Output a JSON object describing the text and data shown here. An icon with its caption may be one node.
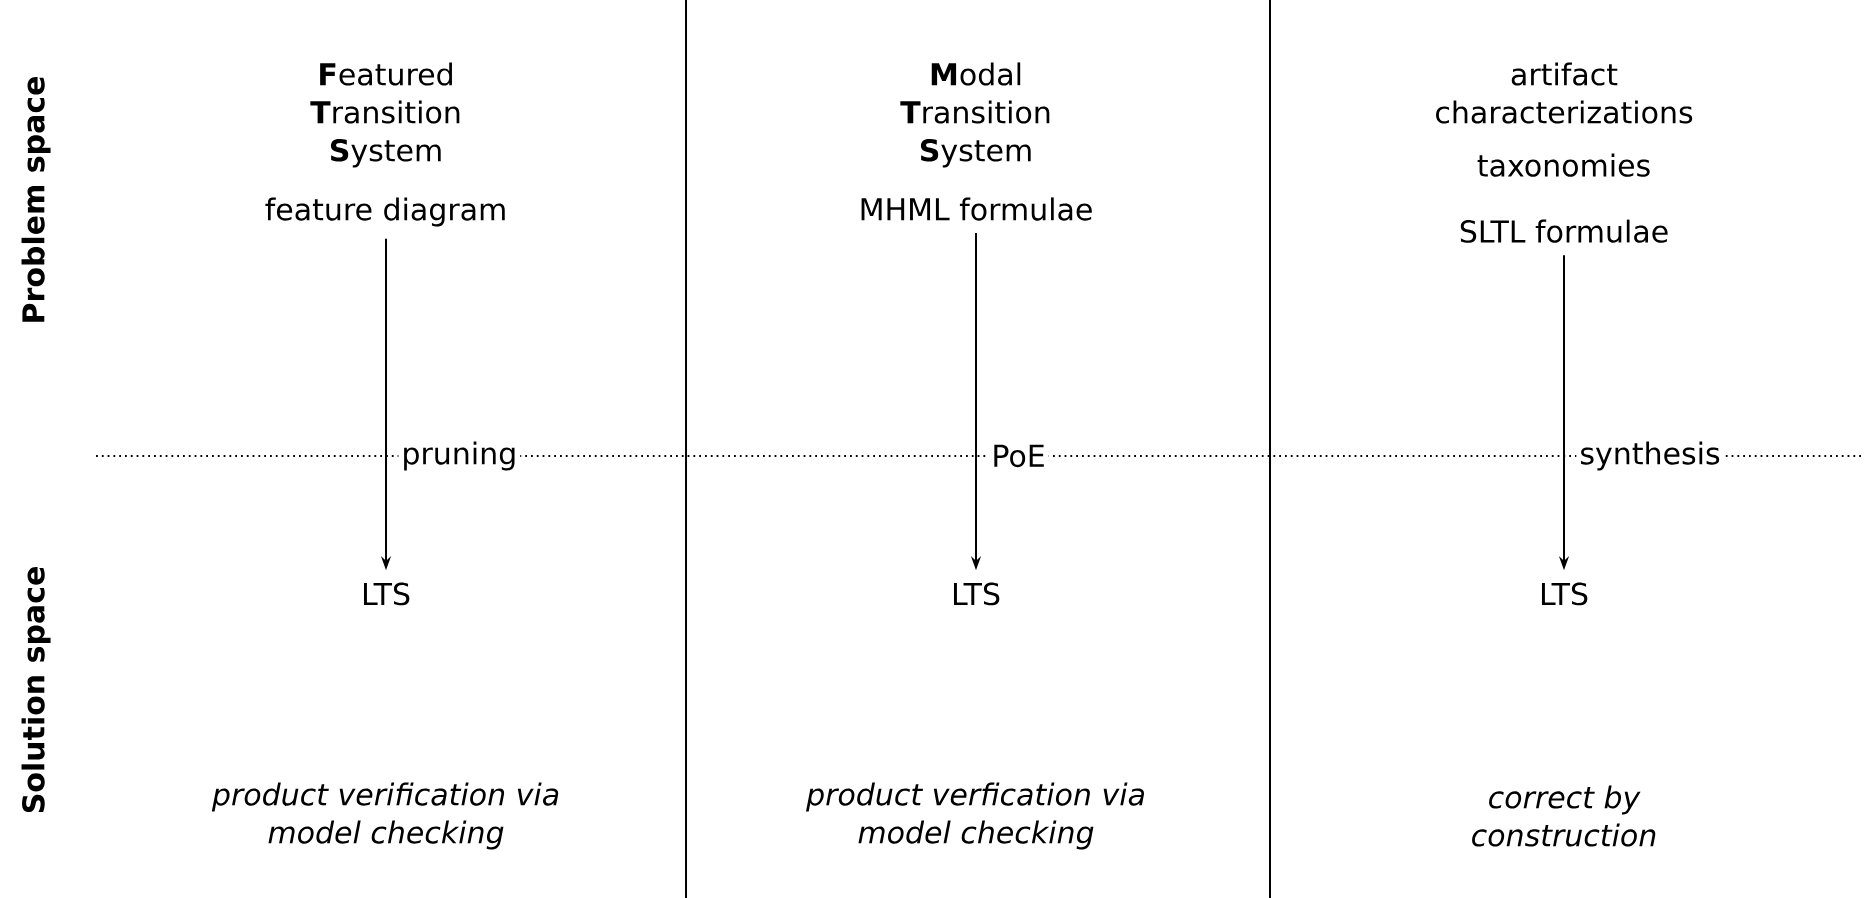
{
  "diagram": {
    "nodes": [
      {
        "text": [
          "**F**eatured **T**ransition **S**ystem",
          "feature diagram"
        ]
      },
      {
        "text": [
          "LTS"
        ]
      },
      {
        "text": [
          "**M**odal **T**ransition **S**ystem",
          "MHML formulae"
        ]
      },
      {
        "text": [
          "LTS"
        ]
      },
      {
        "text": [
          "artifact characterizations",
          "taxonomies",
          "SLTL formulae"
        ]
      },
      {
        "text": [
          "LTS"
        ]
      }
    ],
    "edges": [
      {
        "from": 0,
        "to": 1,
        "arrow": "to",
        "label": "pruning"
      },
      {
        "from": 2,
        "to": 3,
        "arrow": "to",
        "label": "PoE"
      },
      {
        "from": 4,
        "to": 5,
        "arrow": "to",
        "label": "synthesis"
      }
    ],
    "labels": [
      "Problem space",
      "Solution space",
      "product verification via model checking",
      "product verfication via model checking",
      "correct by construction"
    ]
  }
}
